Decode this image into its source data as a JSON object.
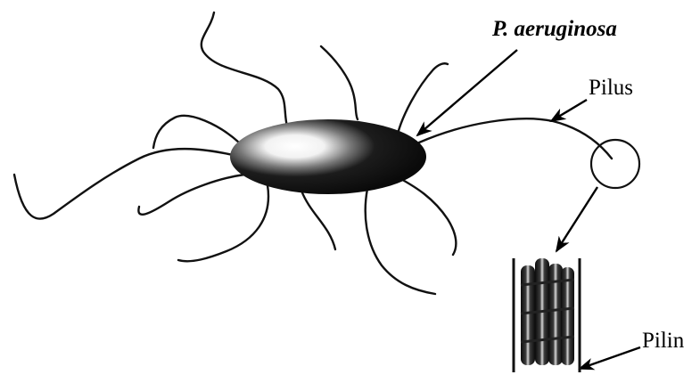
{
  "labels": {
    "species": "P. aeruginosa",
    "pilus": "Pilus",
    "pilin": "Pilin"
  },
  "colors": {
    "ink": "#111111",
    "highlight": "#ffffff",
    "background": "#ffffff"
  }
}
